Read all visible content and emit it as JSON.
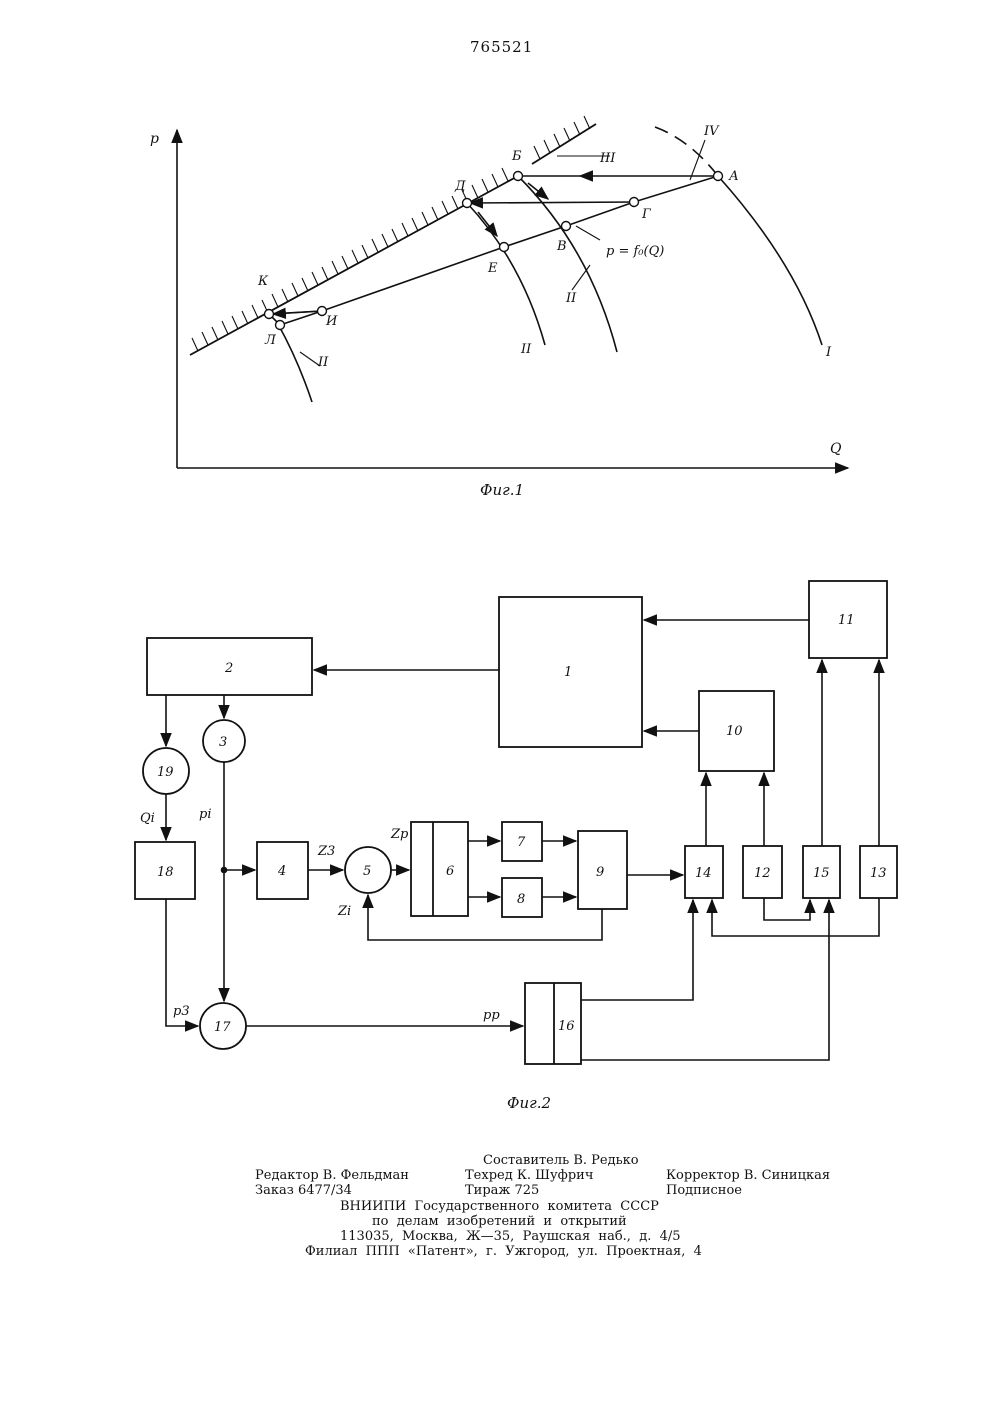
{
  "document": {
    "number": "765521"
  },
  "fig1": {
    "caption": "Фиг.1",
    "axis_y": "p",
    "axis_x": "Q",
    "curve_labels": [
      "I",
      "II",
      "II",
      "II"
    ],
    "zone_label": "III",
    "line_label": "IV",
    "formula": "p = f₀(Q)",
    "points": [
      "А",
      "Б",
      "В",
      "Г",
      "Д",
      "Е",
      "И",
      "К",
      "Л"
    ]
  },
  "fig2": {
    "caption": "Фиг.2",
    "blocks": [
      "1",
      "2",
      "3",
      "4",
      "5",
      "6",
      "7",
      "8",
      "9",
      "10",
      "11",
      "12",
      "13",
      "14",
      "15",
      "16",
      "17",
      "18",
      "19"
    ],
    "signals": {
      "qi": "Qi",
      "pi": "pi",
      "z3": "Z3",
      "zp": "Zp",
      "zi": "Zi",
      "p3": "p3",
      "pp": "pp"
    }
  },
  "colophon": {
    "compiler": "Составитель В. Редько",
    "editor": "Редактор В. Фельдман",
    "techred": "Техред К. Шуфрич",
    "corrector": "Корректор В. Синицкая",
    "order": "Заказ 6477/34",
    "circulation": "Тираж 725",
    "subscription": "Подписное",
    "org1": "ВНИИПИ  Государственного  комитета  СССР",
    "org2": "по  делам  изобретений  и  открытий",
    "address": "113035,  Москва,  Ж—35,  Раушская  наб.,  д.  4/5",
    "branch": "Филиал  ППП  «Патент»,  г.  Ужгород,  ул.  Проектная,  4"
  }
}
